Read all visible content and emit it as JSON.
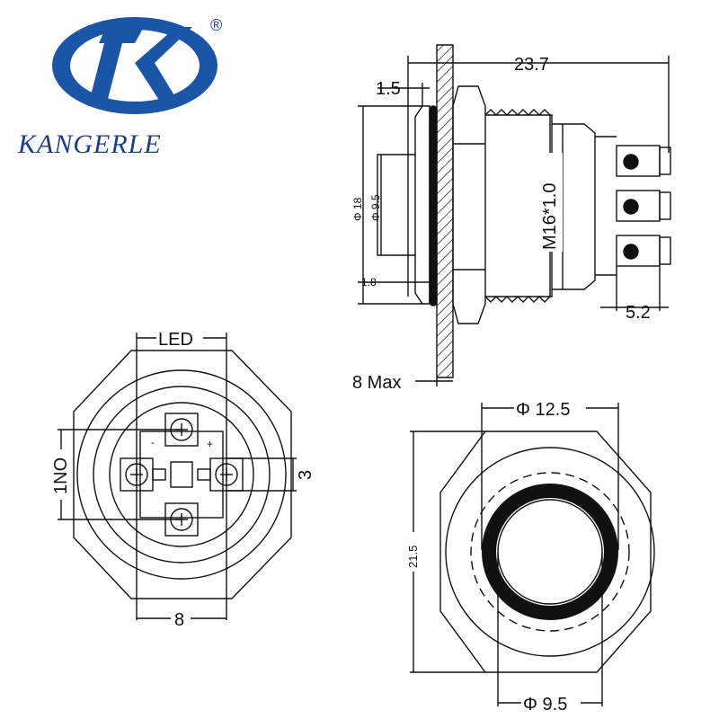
{
  "brand": {
    "name": "KANGERLE",
    "registered_mark": "®",
    "colors": {
      "primary": "#1a55a8",
      "dark": "#13307a"
    }
  },
  "side_view": {
    "overall_length": "23.7",
    "panel_offset": "1.5",
    "head_diameter": "Φ 18",
    "lens_diameter": "Φ 9.5",
    "head_thickness": "1.8",
    "thread": "M16*1.0",
    "terminal_length": "5.2",
    "panel_thickness": "8 Max"
  },
  "back_view": {
    "led_label": "LED",
    "no_label": "1NO",
    "minus": "-",
    "plus": "+",
    "right_dim": "3",
    "bottom_dim": "8"
  },
  "front_view": {
    "ring_diameter": "Φ 12.5",
    "hex_size": "21.5",
    "lens_diameter": "Φ 9.5"
  }
}
